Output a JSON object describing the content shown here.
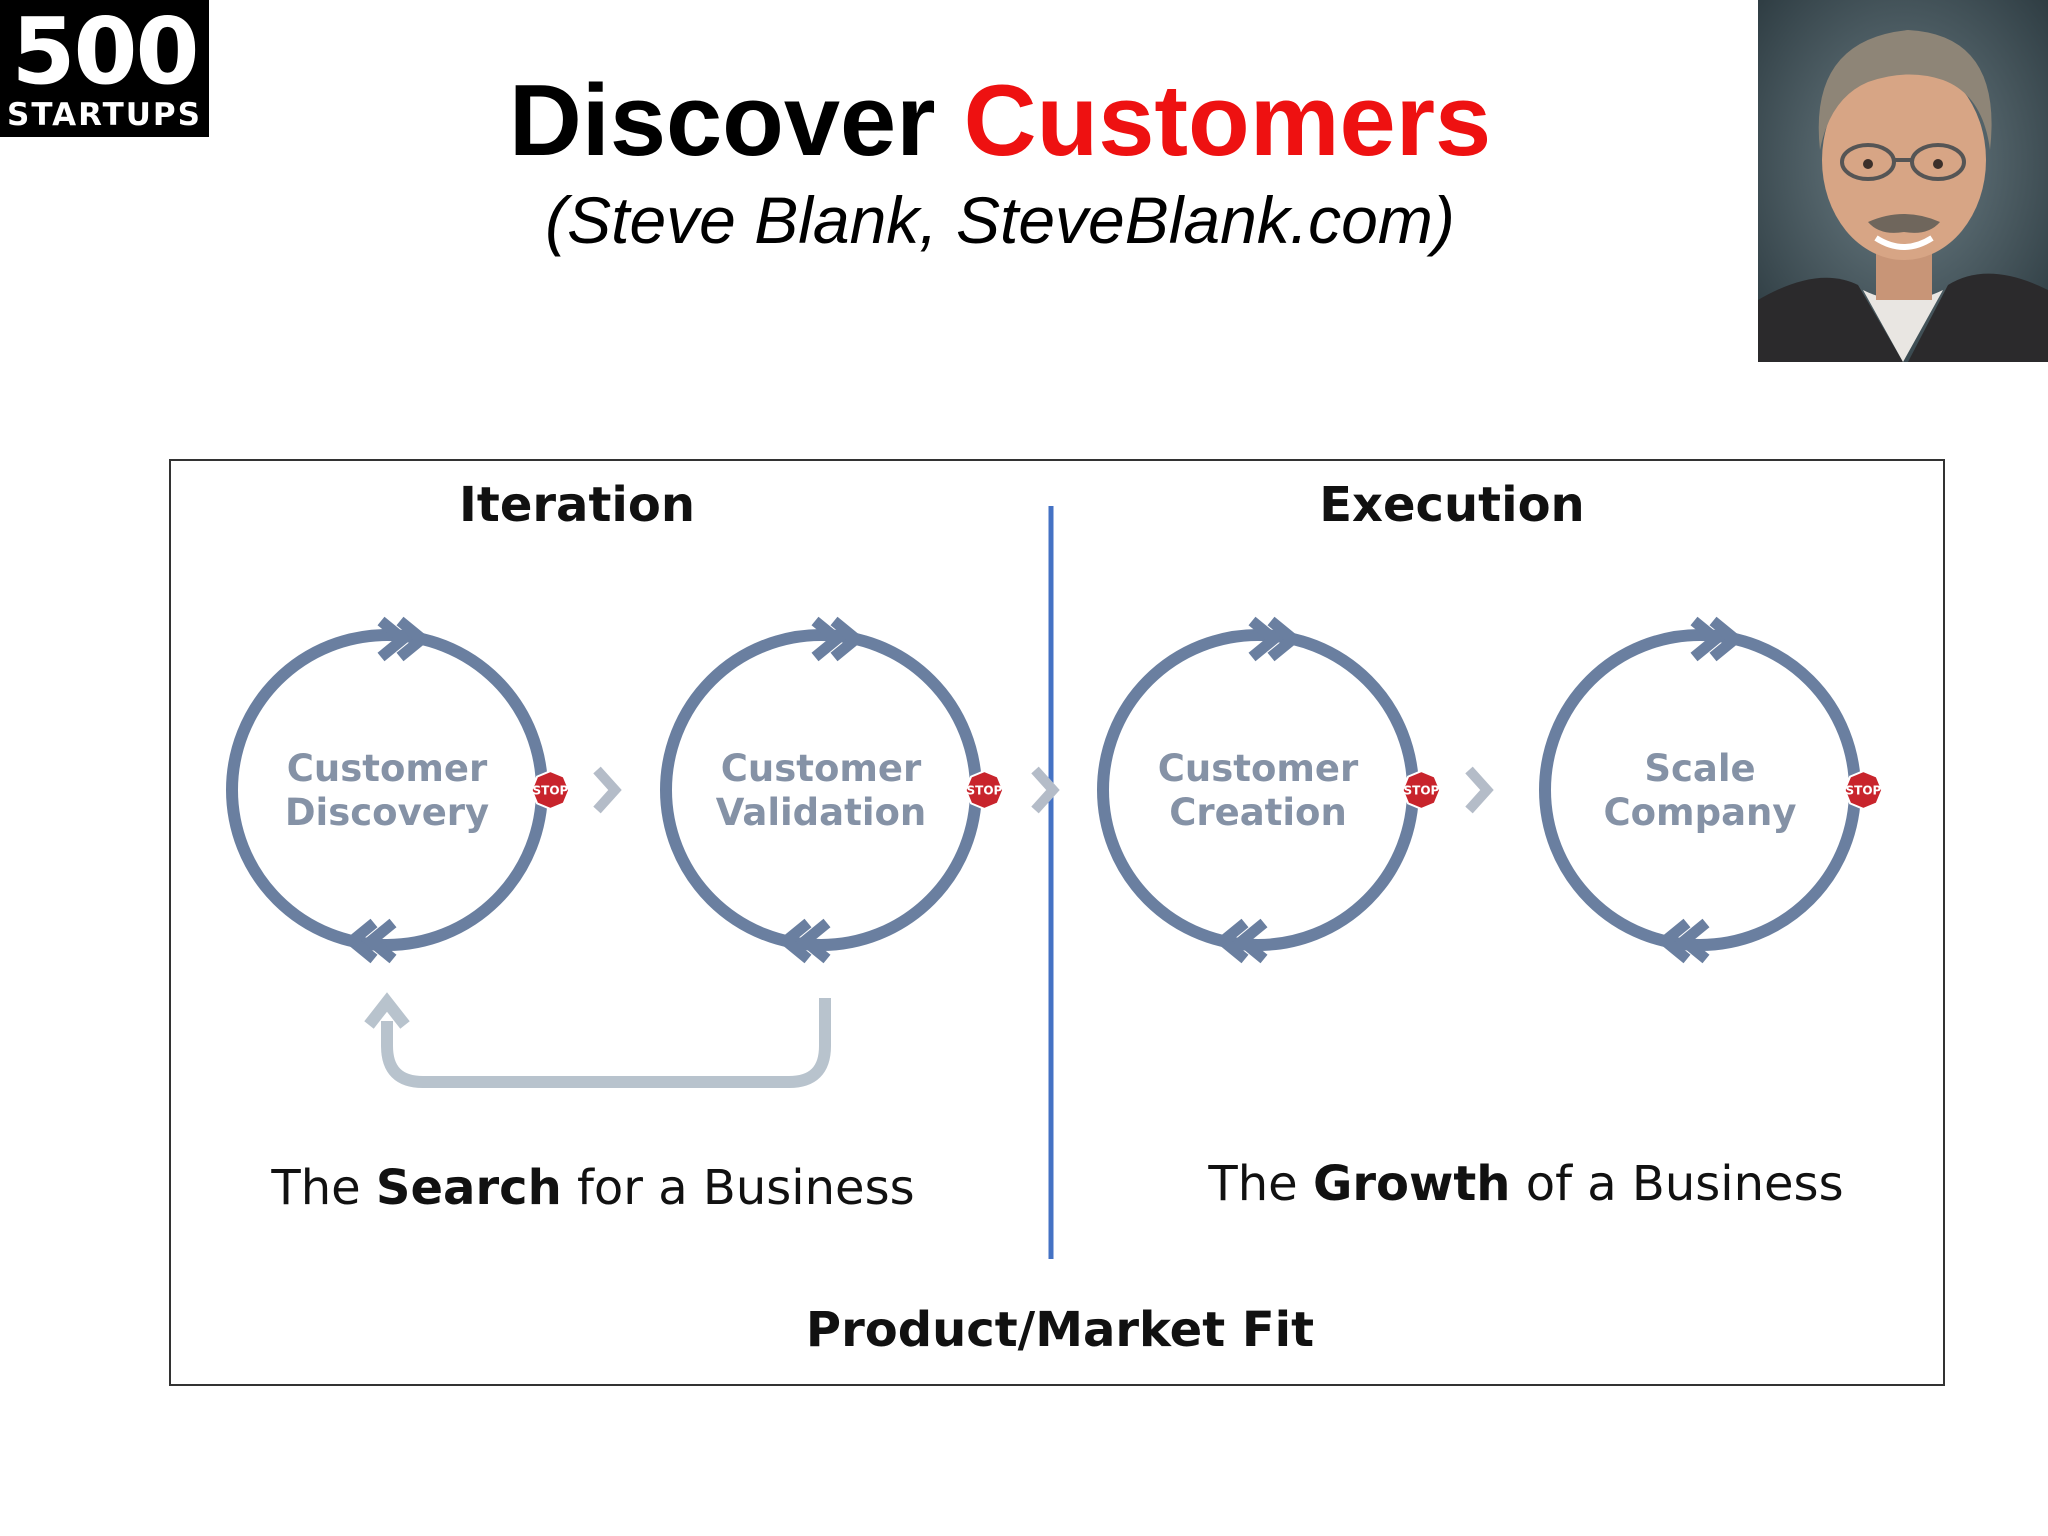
{
  "logo": {
    "number": "500",
    "word": "STARTUPS"
  },
  "title": {
    "part1": "Discover ",
    "part2": "Customers"
  },
  "subtitle": "(Steve Blank, SteveBlank.com)",
  "photo": {
    "icon": "portrait-photo"
  },
  "diagram": {
    "left_heading": "Iteration",
    "right_heading": "Execution",
    "steps": [
      {
        "line1": "Customer",
        "line2": "Discovery"
      },
      {
        "line1": "Customer",
        "line2": "Validation"
      },
      {
        "line1": "Customer",
        "line2": "Creation"
      },
      {
        "line1": "Scale",
        "line2": "Company"
      }
    ],
    "stop_label": "STOP",
    "left_caption": {
      "pre": "The ",
      "bold": "Search",
      "post": " for a Business"
    },
    "right_caption": {
      "pre": "The ",
      "bold": "Growth",
      "post": " of a Business"
    },
    "bottom_label": "Product/Market Fit"
  },
  "colors": {
    "title_accent": "#ee1111",
    "cycle_arrow": "#6a7fa0",
    "stop_sign": "#c8242c",
    "divider": "#4472c4",
    "connector_chevron": "#b4bcc8",
    "loop_back_arrow": "#b8c3cd"
  }
}
